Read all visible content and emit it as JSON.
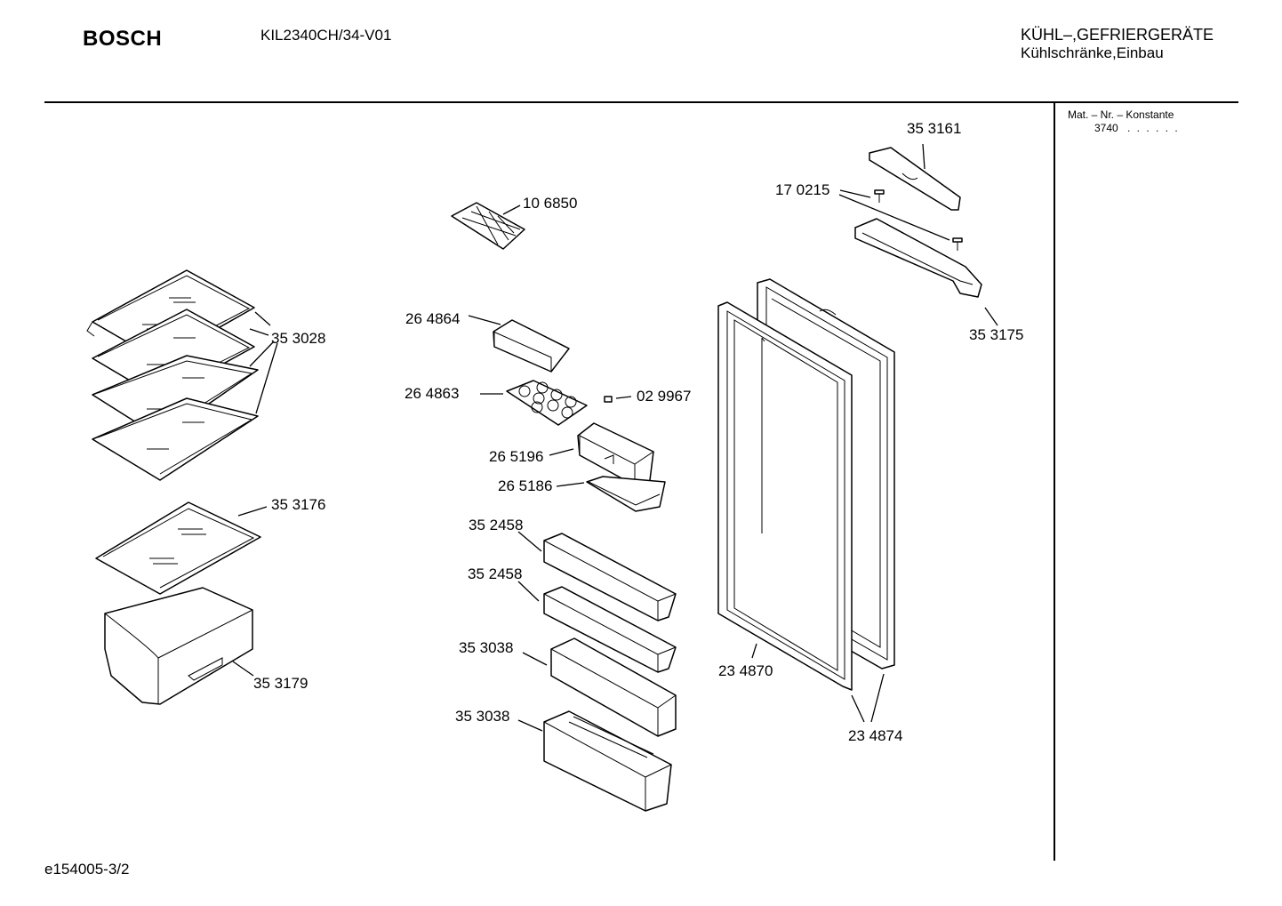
{
  "header": {
    "brand": "BOSCH",
    "model": "KIL2340CH/34-V01",
    "category_line1": "KÜHL–,GEFRIERGERÄTE",
    "category_line2": "Kühlschränke,Einbau"
  },
  "side_panel": {
    "mat_label": "Mat. – Nr. – Konstante",
    "mat_value": "3740",
    "mat_dots": ". .  . . . ."
  },
  "footer": {
    "code": "e154005-3/2"
  },
  "parts": {
    "p353161": "35 3161",
    "p170215": "17 0215",
    "p106850": "10 6850",
    "p353175": "35 3175",
    "p353028": "35 3028",
    "p264864": "26 4864",
    "p264863": "26 4863",
    "p029967": "02 9967",
    "p265196": "26 5196",
    "p265186": "26 5186",
    "p353176": "35 3176",
    "p352458a": "35 2458",
    "p352458b": "35 2458",
    "p353038a": "35 3038",
    "p353038b": "35 3038",
    "p353179": "35 3179",
    "p234870": "23 4870",
    "p234874": "23 4874"
  }
}
